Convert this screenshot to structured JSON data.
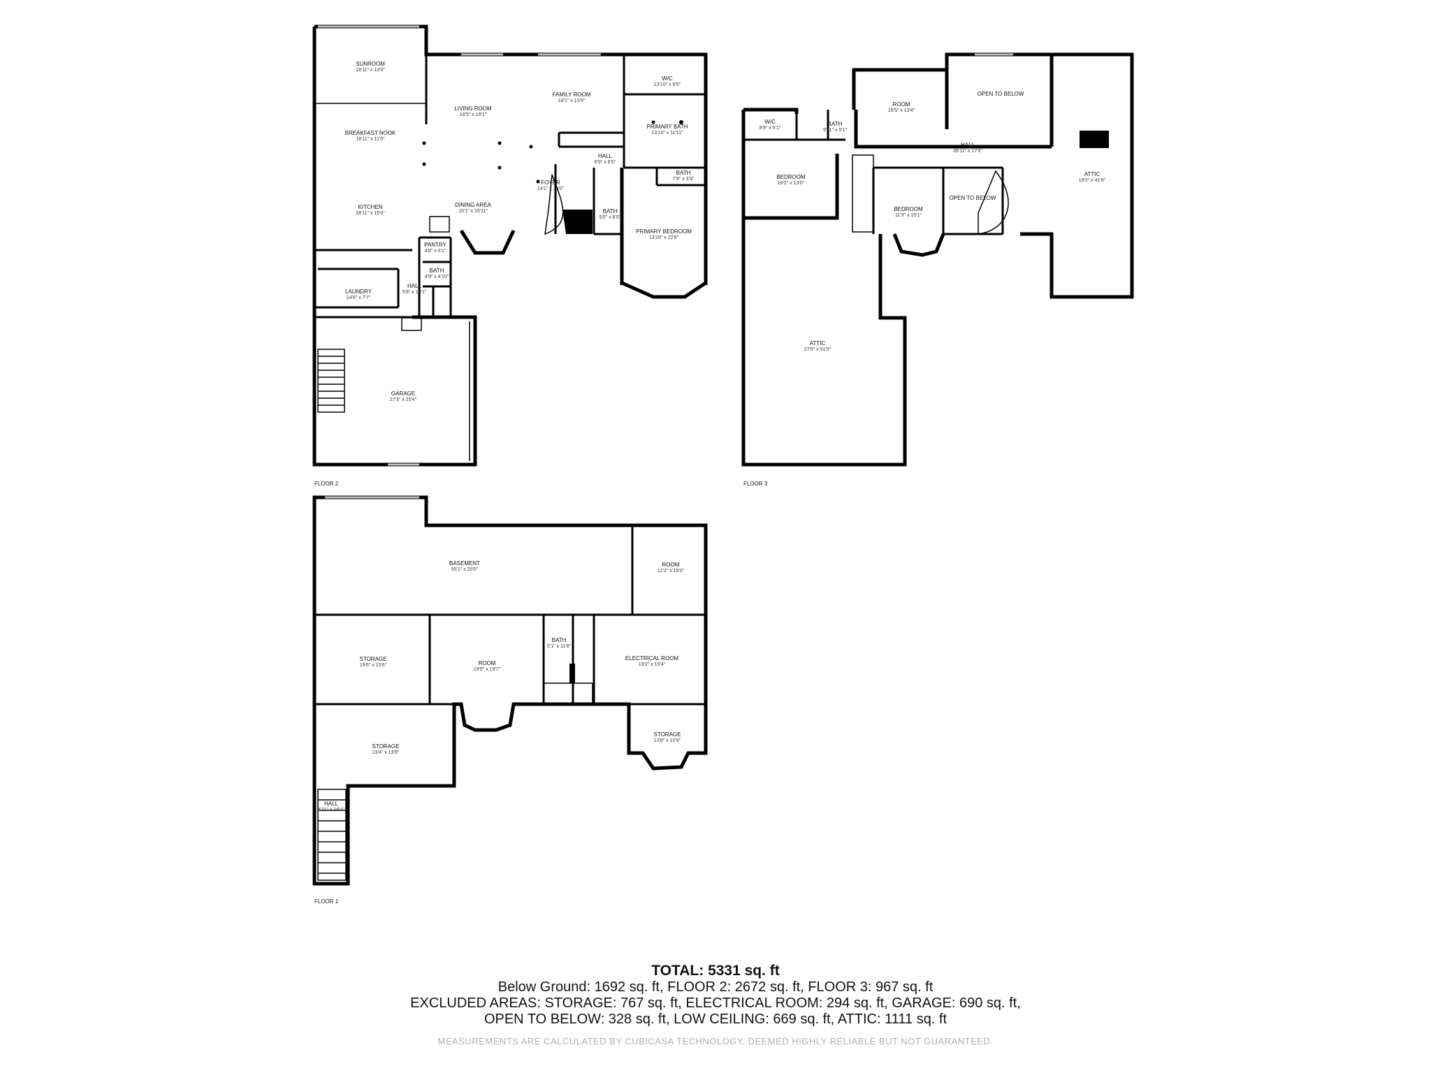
{
  "floors": [
    {
      "label": "FLOOR 2",
      "rooms": [
        {
          "name": "SUNROOM",
          "dims": "18'11\" x 13'0\""
        },
        {
          "name": "BREAKFAST NOOK",
          "dims": "18'11\" x 11'0\""
        },
        {
          "name": "KITCHEN",
          "dims": "18'11\" x 15'0\""
        },
        {
          "name": "LIVING ROOM",
          "dims": "16'5\" x 19'1\""
        },
        {
          "name": "FAMILY ROOM",
          "dims": "18'1\" x 15'9\""
        },
        {
          "name": "W/C",
          "dims": "13'10\" x 6'5\""
        },
        {
          "name": "PRIMARY BATH",
          "dims": "13'10\" x 11'11\""
        },
        {
          "name": "HALL",
          "dims": "8'9\" x 8'5\""
        },
        {
          "name": "FOYER",
          "dims": "14'1\" x 15'0\""
        },
        {
          "name": "BATH",
          "dims": "7'9\" x 3'3\""
        },
        {
          "name": "DINING AREA",
          "dims": "15'1\" x 15'11\""
        },
        {
          "name": "BATH",
          "dims": "5'5\" x 6'0\""
        },
        {
          "name": "PRIMARY BEDROOM",
          "dims": "13'10\" x 22'8\""
        },
        {
          "name": "PANTRY",
          "dims": "4'8\" x 4'1\""
        },
        {
          "name": "BATH",
          "dims": "4'9\" x 4'10\""
        },
        {
          "name": "LAUNDRY",
          "dims": "14'6\" x 7'7\""
        },
        {
          "name": "HALL",
          "dims": "5'8\" x 10'1\""
        },
        {
          "name": "GARAGE",
          "dims": "27'3\" x 25'4\""
        }
      ]
    },
    {
      "label": "FLOOR 3",
      "rooms": [
        {
          "name": "W/C",
          "dims": "8'9\" x 5'1\""
        },
        {
          "name": "BATH",
          "dims": "9'11\" x 5'1\""
        },
        {
          "name": "ROOM",
          "dims": "16'5\" x 13'4\""
        },
        {
          "name": "OPEN TO BELOW",
          "dims": ""
        },
        {
          "name": "HALL",
          "dims": "36'11\" x 17'5\""
        },
        {
          "name": "BEDROOM",
          "dims": "16'2\" x 13'0\""
        },
        {
          "name": "BEDROOM",
          "dims": "11'3\" x 15'1\""
        },
        {
          "name": "OPEN TO BELOW",
          "dims": ""
        },
        {
          "name": "ATTIC",
          "dims": "19'2\" x 41'9\""
        },
        {
          "name": "ATTIC",
          "dims": "27'5\" x 51'0\""
        }
      ]
    },
    {
      "label": "FLOOR 1",
      "rooms": [
        {
          "name": "BASEMENT",
          "dims": "55'1\" x 20'0\""
        },
        {
          "name": "ROOM",
          "dims": "12'2\" x 15'0\""
        },
        {
          "name": "STORAGE",
          "dims": "19'6\" x 15'6\""
        },
        {
          "name": "ROOM",
          "dims": "19'5\" x 19'7\""
        },
        {
          "name": "BATH",
          "dims": "5'1\" x 11'8\""
        },
        {
          "name": "ELECTRICAL ROOM",
          "dims": "19'2\" x 15'4\""
        },
        {
          "name": "STORAGE",
          "dims": "23'4\" x 13'9\""
        },
        {
          "name": "STORAGE",
          "dims": "13'8\" x 10'9\""
        },
        {
          "name": "HALL",
          "dims": "4'11\" x 16'4\""
        }
      ]
    }
  ],
  "summary": {
    "total": "TOTAL: 5331 sq. ft",
    "line1": "Below Ground: 1692 sq. ft, FLOOR 2: 2672 sq. ft, FLOOR 3: 967 sq. ft",
    "line2": "EXCLUDED AREAS: STORAGE: 767 sq. ft, ELECTRICAL ROOM: 294 sq. ft, GARAGE: 690 sq. ft,",
    "line3": "OPEN TO BELOW: 328 sq. ft, LOW CEILING: 669 sq. ft, ATTIC: 1111 sq. ft",
    "disclaimer": "MEASUREMENTS ARE CALCULATED BY CUBICASA TECHNOLOGY. DEEMED HIGHLY RELIABLE BUT NOT GUARANTEED."
  }
}
